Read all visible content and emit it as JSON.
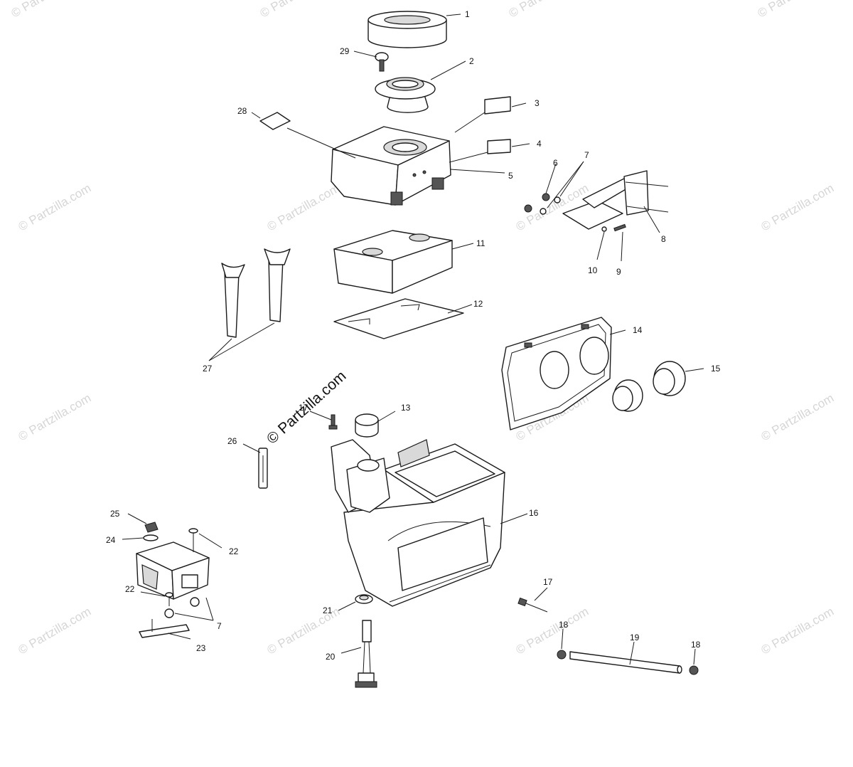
{
  "watermark_text": "© Partzilla.com",
  "featured_watermark_text": "© Partzilla.com",
  "callouts": {
    "c1": "1",
    "c2": "2",
    "c3": "3",
    "c4": "4",
    "c5": "5",
    "c6": "6",
    "c7a": "7",
    "c7b": "7",
    "c8": "8",
    "c9": "9",
    "c10": "10",
    "c11": "11",
    "c12": "12",
    "c13": "13",
    "c14": "14",
    "c15": "15",
    "c16": "16",
    "c17a": "17",
    "c17b": "17",
    "c18a": "18",
    "c18b": "18",
    "c19": "19",
    "c20": "20",
    "c21": "21",
    "c22a": "22",
    "c22b": "22",
    "c23": "23",
    "c24": "24",
    "c25": "25",
    "c26": "26",
    "c27": "27",
    "c28": "28",
    "c29": "29"
  }
}
